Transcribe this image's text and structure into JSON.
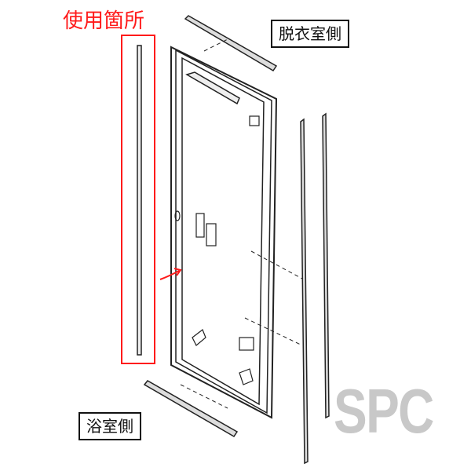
{
  "labels": {
    "usage_location": "使用箇所",
    "dressing_room_side": "脱衣室側",
    "bathroom_side": "浴室側",
    "watermark": "SPC"
  },
  "colors": {
    "highlight": "#ff1a1a",
    "line": "#222222",
    "watermark": "#c8c8c8"
  }
}
